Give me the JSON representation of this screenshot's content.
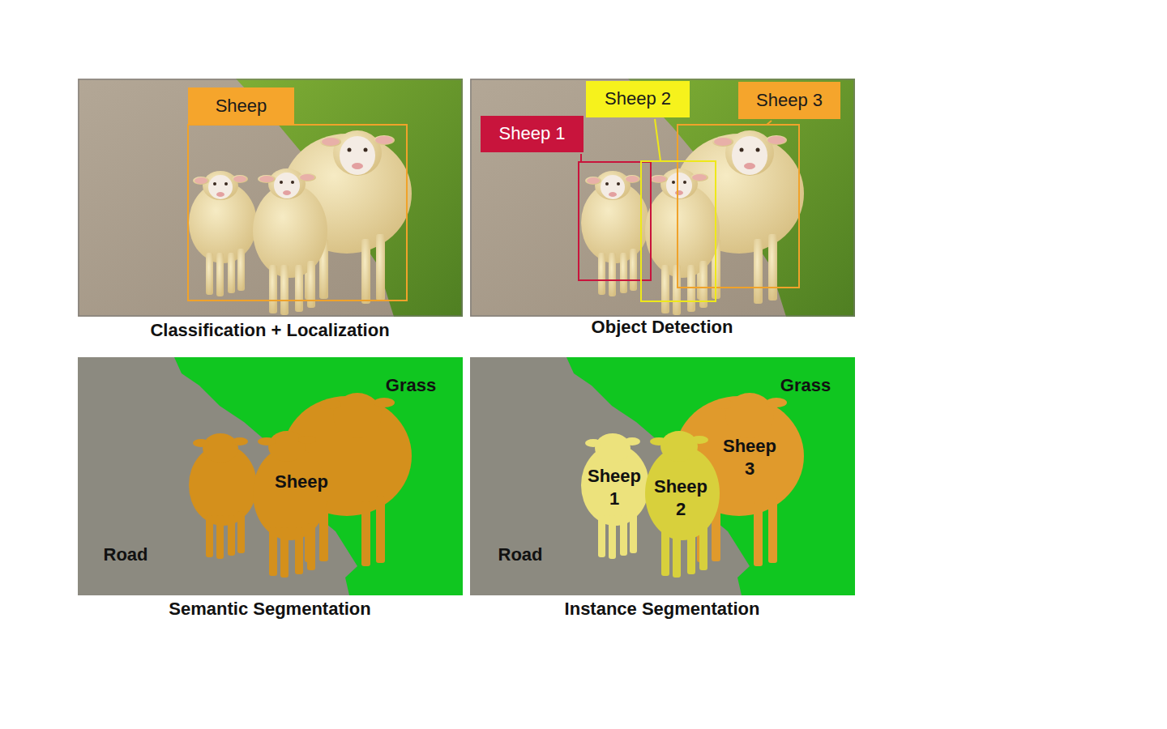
{
  "diagram": {
    "nodes": [
      {
        "text": [
          "Sheep"
        ]
      },
      {
        "text": [
          "Sheep 1"
        ]
      },
      {
        "text": [
          "Sheep 2"
        ]
      },
      {
        "text": [
          "Sheep 3"
        ]
      }
    ],
    "labels": [
      "Classification + Localization",
      "Object Detection",
      "Grass",
      "Sheep",
      "Road",
      "Semantic Segmentation",
      "Grass",
      "Sheep 1",
      "Sheep 2",
      "Sheep 3",
      "Road",
      "Instance Segmentation"
    ]
  }
}
